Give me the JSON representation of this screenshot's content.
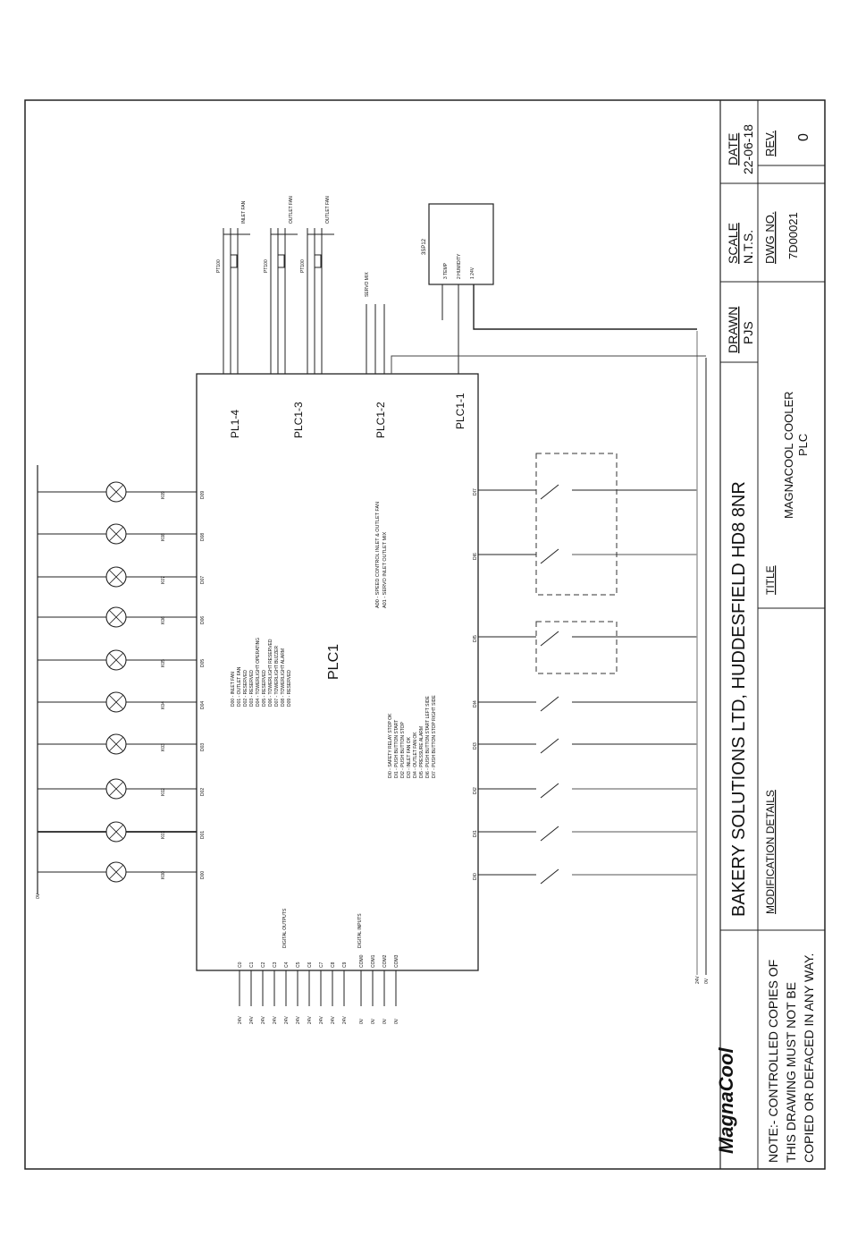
{
  "title_block": {
    "brand": "MagnaCool",
    "company": "BAKERY SOLUTIONS LTD, HUDDESFIELD HD8 8NR",
    "modification_label": "MODIFICATION DETAILS",
    "title_label": "TITLE",
    "title_line1": "MAGNACOOL COOLER",
    "title_line2": "PLC",
    "drawn_label": "DRAWN",
    "drawn_value": "PJS",
    "scale_label": "SCALE",
    "scale_value": "N.T.S.",
    "date_label": "DATE",
    "date_value": "22-06-18",
    "dwg_label": "DWG NO.",
    "dwg_value": "7D00021",
    "rev_label": "REV.",
    "rev_value": "0",
    "note_line1": "NOTE:- CONTROLLED COPIES OF",
    "note_line2": "THIS DRAWING MUST NOT BE",
    "note_line3": "COPIED OR DEFACED IN ANY WAY."
  },
  "plc": {
    "name": "PLC1",
    "modules": [
      "PL1-4",
      "PLC1-3",
      "PLC1-2",
      "PLC1-1"
    ],
    "analog_notes": [
      "A00 - SPEED CONTROL INLET & OUTLET FAN",
      "A01 - SERVO INLET OUTLET MIX"
    ],
    "outputs_legend": [
      "D00 - INLET FAN",
      "D01 - OUTLET FAN",
      "D02 - RESERVED",
      "D03 - RESERVED",
      "D04 - TOWERLIGHT OPERATING",
      "D05 - RESERVED",
      "D06 - TOWERLIGHT RESERVED",
      "D07 - TOWERLIGHT BUZZER",
      "D08 - TOWERLIGHT ALARM",
      "D09 - RESERVED"
    ],
    "inputs_legend": [
      "DI0 - SAFETY RELAY STOP OK",
      "DI1 - PUSH BUTTON START",
      "DI2 - PUSH BUTTON STOP",
      "DI3 - INLET FAN OK",
      "DI4 - OUTLET FAN OK",
      "DI5 - PRESSURE ALARM",
      "DI6 - PUSH BUTTON START LEFT SIDE",
      "DI7 - PUSH BUTTON STOP RIGHT SIDE"
    ],
    "digital_outputs_label": "DIGITAL OUTPUTS",
    "digital_inputs_label": "DIGITAL INPUTS",
    "output_terminals": [
      "D00",
      "D01",
      "D02",
      "D03",
      "D04",
      "D05",
      "D06",
      "D07",
      "D08",
      "D09"
    ],
    "input_terminals": [
      "DI0",
      "DI1",
      "DI2",
      "DI3",
      "DI4",
      "DI5",
      "DI6",
      "DI7"
    ],
    "common_terminals": [
      "C0",
      "C1",
      "C2",
      "C3",
      "C4",
      "C5",
      "C6",
      "C7",
      "C8",
      "C9",
      "COM0",
      "COM1",
      "COM2",
      "COM3"
    ],
    "common_supply": [
      "24V",
      "24V",
      "24V",
      "24V",
      "24V",
      "24V",
      "24V",
      "24V",
      "24V",
      "24V",
      "0V",
      "0V",
      "0V",
      "0V"
    ],
    "relays": [
      "K00",
      "K01",
      "K02",
      "K03",
      "K04",
      "K05",
      "K06",
      "K07",
      "K08",
      "K09"
    ],
    "rail_0v": "0V",
    "rail_24v": "24V"
  },
  "sensors": {
    "box_name": "3SP12",
    "box_pins": [
      "3 TEMP",
      "2 HUMIDITY",
      "1 24V"
    ],
    "pt100_labels": [
      "PT100",
      "PT100",
      "PT100"
    ],
    "fan_labels": [
      "INLET FAN",
      "OUTLET FAN",
      "OUTLET FAN"
    ],
    "servo_label": "SERVO MIX"
  }
}
